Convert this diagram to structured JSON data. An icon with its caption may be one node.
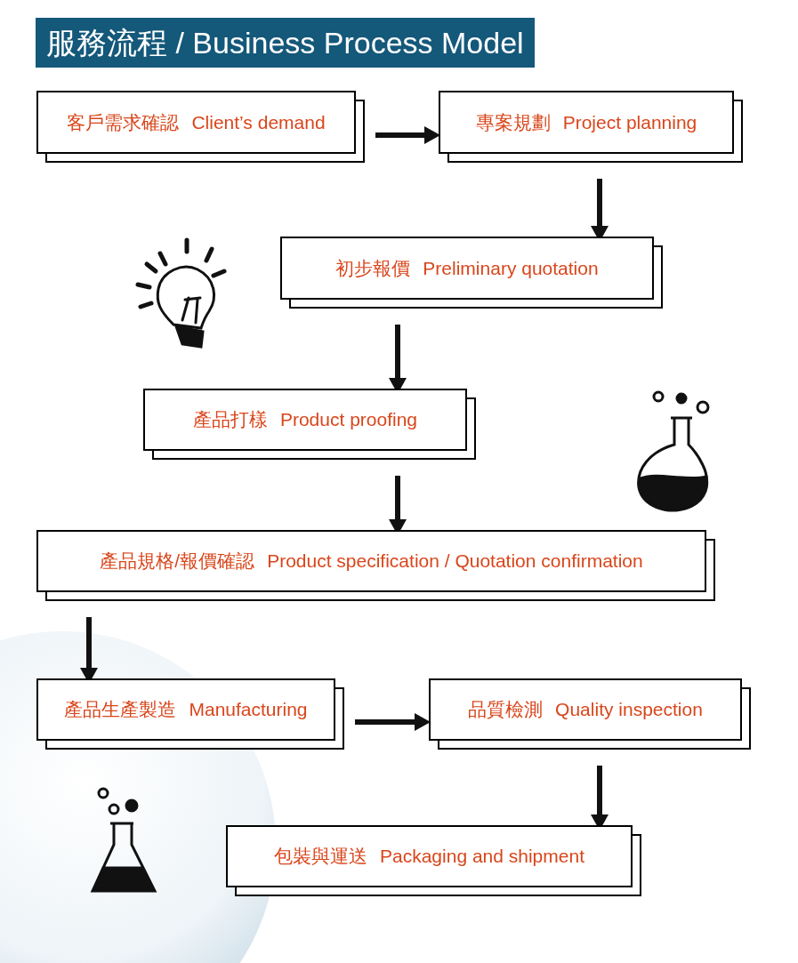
{
  "diagram": {
    "title": "服務流程 / Business Process Model",
    "nodes": [
      {
        "text": [
          "客戶需求確認",
          "Client’s demand"
        ]
      },
      {
        "text": [
          "專案規劃",
          "Project planning"
        ]
      },
      {
        "text": [
          "初步報價",
          "Preliminary quotation"
        ]
      },
      {
        "text": [
          "產品打樣",
          "Product proofing"
        ]
      },
      {
        "text": [
          "產品規格/報價確認",
          "Product specification / Quotation confirmation"
        ]
      },
      {
        "text": [
          "產品生產製造",
          "Manufacturing"
        ]
      },
      {
        "text": [
          "品質檢測",
          "Quality inspection"
        ]
      },
      {
        "text": [
          "包裝與運送",
          "Packaging and shipment"
        ]
      }
    ],
    "edges": [
      {
        "from": 0,
        "to": 1,
        "arrow": "to"
      },
      {
        "from": 1,
        "to": 2,
        "arrow": "to"
      },
      {
        "from": 2,
        "to": 3,
        "arrow": "to"
      },
      {
        "from": 3,
        "to": 4,
        "arrow": "to"
      },
      {
        "from": 4,
        "to": 5,
        "arrow": "to"
      },
      {
        "from": 5,
        "to": 6,
        "arrow": "to"
      },
      {
        "from": 6,
        "to": 7,
        "arrow": "to"
      }
    ]
  }
}
